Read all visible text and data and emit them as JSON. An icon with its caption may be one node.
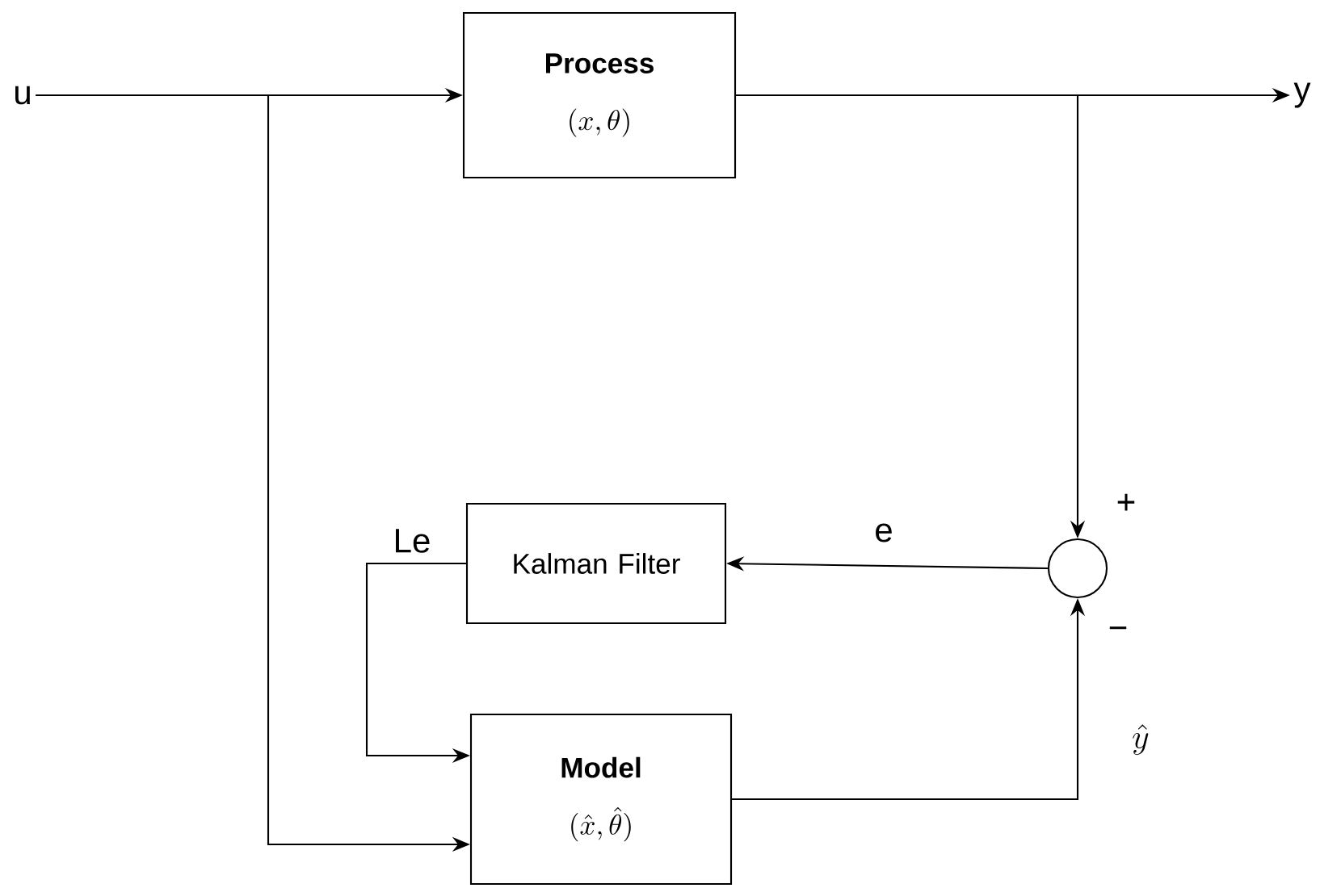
{
  "diagram": {
    "nodes": [
      {
        "text": [
          "u"
        ]
      },
      {
        "text": [
          "Process",
          "(x, \\theta)"
        ]
      },
      {
        "text": [
          "y"
        ]
      },
      {
        "text": [],
        "shape": "circle"
      },
      {
        "text": [
          "Kalman Filter"
        ]
      },
      {
        "text": [
          "Model",
          "(\\hat{x}, \\hat{\\theta})"
        ]
      }
    ],
    "edges": [
      {
        "from": 0,
        "to": 1,
        "arrow": "to"
      },
      {
        "from": 1,
        "to": 2,
        "arrow": "to"
      },
      {
        "from": 1,
        "to": 3,
        "arrow": "to"
      },
      {
        "from": 0,
        "to": 5,
        "arrow": "to"
      },
      {
        "from": 3,
        "to": 4,
        "arrow": "to",
        "label": "e"
      },
      {
        "from": 4,
        "to": 5,
        "arrow": "to",
        "label": "Le"
      },
      {
        "from": 5,
        "to": 3,
        "arrow": "to",
        "label": "\\hat{y}"
      }
    ],
    "labels": [
      "+",
      "−"
    ]
  }
}
